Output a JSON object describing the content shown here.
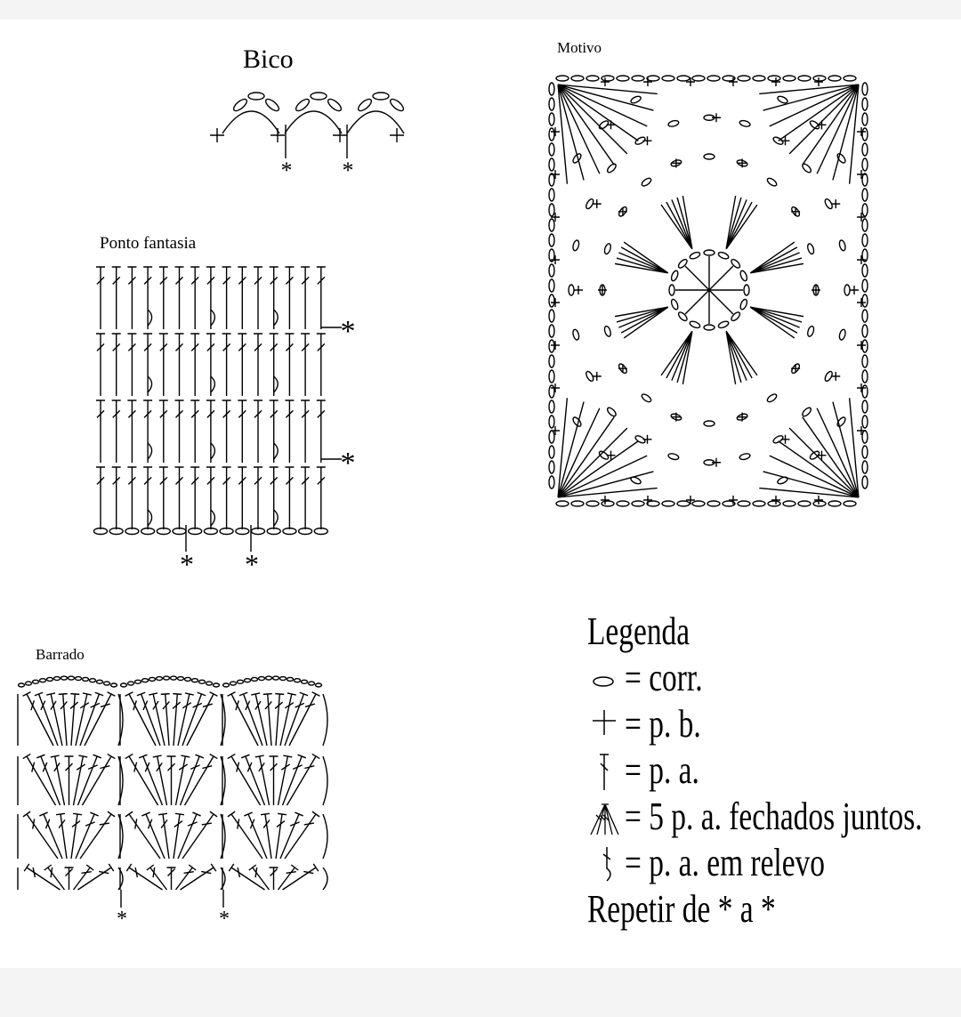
{
  "sections": {
    "bico": {
      "title": "Bico"
    },
    "ponto_fantasia": {
      "title": "Ponto fantasia"
    },
    "motivo": {
      "title": "Motivo"
    },
    "barrado": {
      "title": "Barrado"
    }
  },
  "legend": {
    "title": "Legenda",
    "items": [
      {
        "symbol": "chain-oval-icon",
        "text": "= corr."
      },
      {
        "symbol": "single-crochet-plus-icon",
        "text": "= p. b."
      },
      {
        "symbol": "double-crochet-icon",
        "text": "= p. a."
      },
      {
        "symbol": "five-dc-cluster-icon",
        "text": "= 5 p. a. fechados juntos."
      },
      {
        "symbol": "relief-dc-icon",
        "text": "= p. a. em relevo"
      }
    ],
    "repeat_note": "Repetir de * a *"
  },
  "repeat_marker": "*"
}
